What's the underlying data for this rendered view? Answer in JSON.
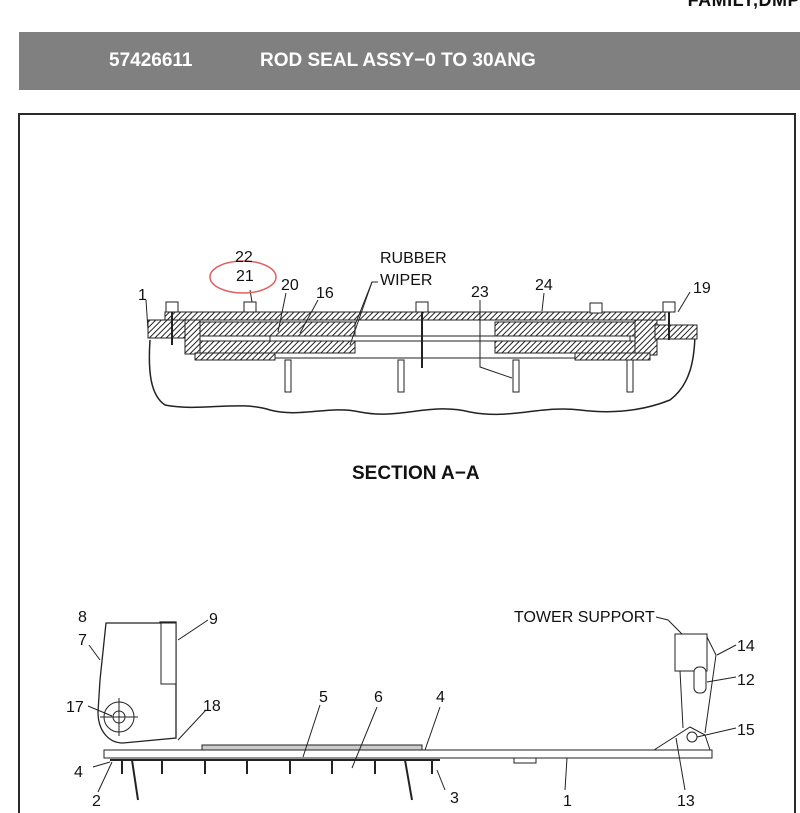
{
  "header": {
    "top_right_text": "FAMILY,DMP",
    "part_number": "57426611",
    "part_description": "ROD SEAL ASSY−0 TO 30ANG",
    "bar_color": "#808080"
  },
  "figure": {
    "section_title": "SECTION A−A",
    "section_callouts": {
      "c1": "1",
      "c16": "16",
      "c19": "19",
      "c20": "20",
      "c21": "21",
      "c22": "22",
      "c23": "23",
      "c24": "24",
      "rubber": "RUBBER",
      "wiper": "WIPER"
    },
    "highlight_color": "#e06060",
    "assembly_callouts": {
      "c1": "1",
      "c2": "2",
      "c3": "3",
      "c4a": "4",
      "c4b": "4",
      "c5": "5",
      "c6": "6",
      "c7": "7",
      "c8": "8",
      "c9": "9",
      "c12": "12",
      "c13": "13",
      "c14": "14",
      "c15": "15",
      "c17": "17",
      "c18": "18",
      "tower_support": "TOWER SUPPORT"
    }
  }
}
